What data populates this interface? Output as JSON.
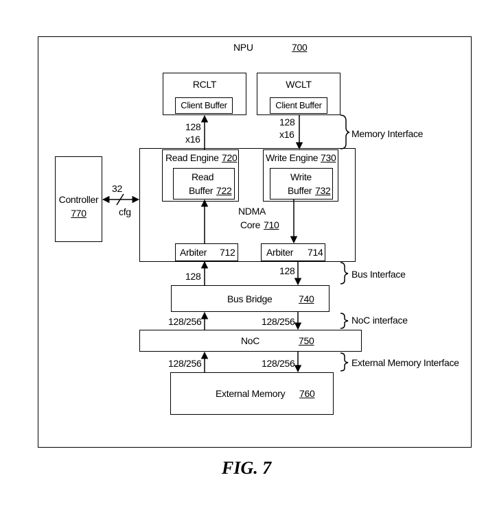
{
  "npu": {
    "label": "NPU",
    "ref": "700"
  },
  "rclt": {
    "label": "RCLT",
    "buffer": "Client Buffer"
  },
  "wclt": {
    "label": "WCLT",
    "buffer": "Client Buffer"
  },
  "read_width": {
    "line1": "128",
    "line2": "x16"
  },
  "write_width": {
    "line1": "128",
    "line2": "x16"
  },
  "memory_interface": "Memory Interface",
  "controller": {
    "label": "Controller",
    "ref": "770"
  },
  "cfg_link": {
    "width": "32",
    "label": "cfg"
  },
  "read_engine": {
    "label": "Read Engine",
    "ref": "720",
    "buffer_line1": "Read",
    "buffer_line2": "Buffer",
    "buffer_ref": "722"
  },
  "write_engine": {
    "label": "Write Engine",
    "ref": "730",
    "buffer_line1": "Write",
    "buffer_line2": "Buffer",
    "buffer_ref": "732"
  },
  "ndma": {
    "line1": "NDMA",
    "line2": "Core",
    "ref": "710"
  },
  "arbiter_left": {
    "label": "Arbiter",
    "ref": "712"
  },
  "arbiter_right": {
    "label": "Arbiter",
    "ref": "714"
  },
  "bus_width_left": "128",
  "bus_width_right": "128",
  "bus_interface": "Bus Interface",
  "bus_bridge": {
    "label": "Bus Bridge",
    "ref": "740"
  },
  "noc_width_left": "128/256",
  "noc_width_right": "128/256",
  "noc_interface": "NoC interface",
  "noc": {
    "label": "NoC",
    "ref": "750"
  },
  "ext_width_left": "128/256",
  "ext_width_right": "128/256",
  "ext_memory_interface": "External Memory Interface",
  "external_memory": {
    "label": "External Memory",
    "ref": "760"
  },
  "caption": "FIG. 7"
}
